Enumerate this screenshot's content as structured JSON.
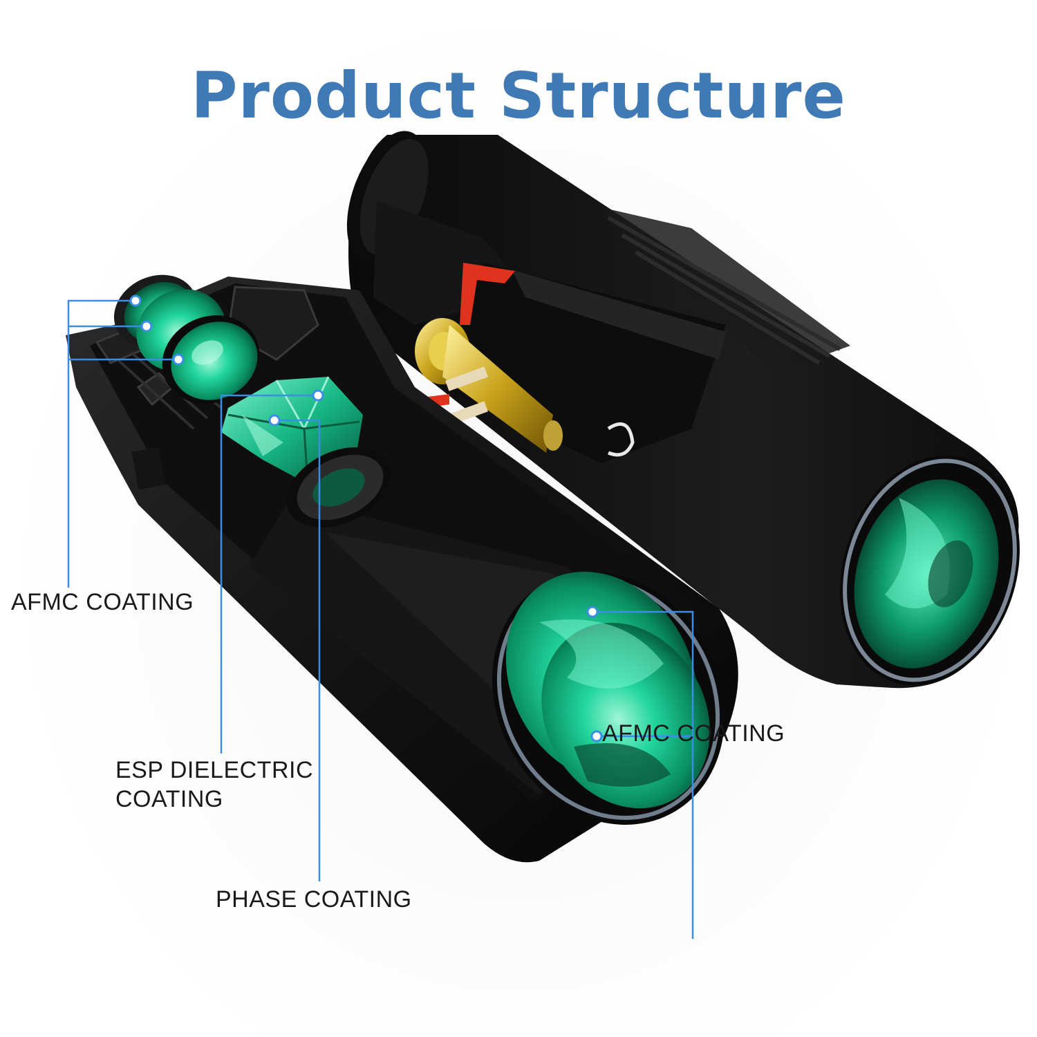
{
  "title": "Product Structure",
  "colors": {
    "title": "#3f79b6",
    "callout_line": "#3a8ee6",
    "lens_green": "#14c890",
    "body_black": "#121212"
  },
  "callouts": {
    "afmc_left": {
      "label": "AFMC COATING"
    },
    "esp": {
      "line1": "ESP DIELECTRIC",
      "line2": "COATING"
    },
    "phase": {
      "label": "PHASE COATING"
    },
    "afmc_right": {
      "label": "AFMC COATING"
    }
  }
}
